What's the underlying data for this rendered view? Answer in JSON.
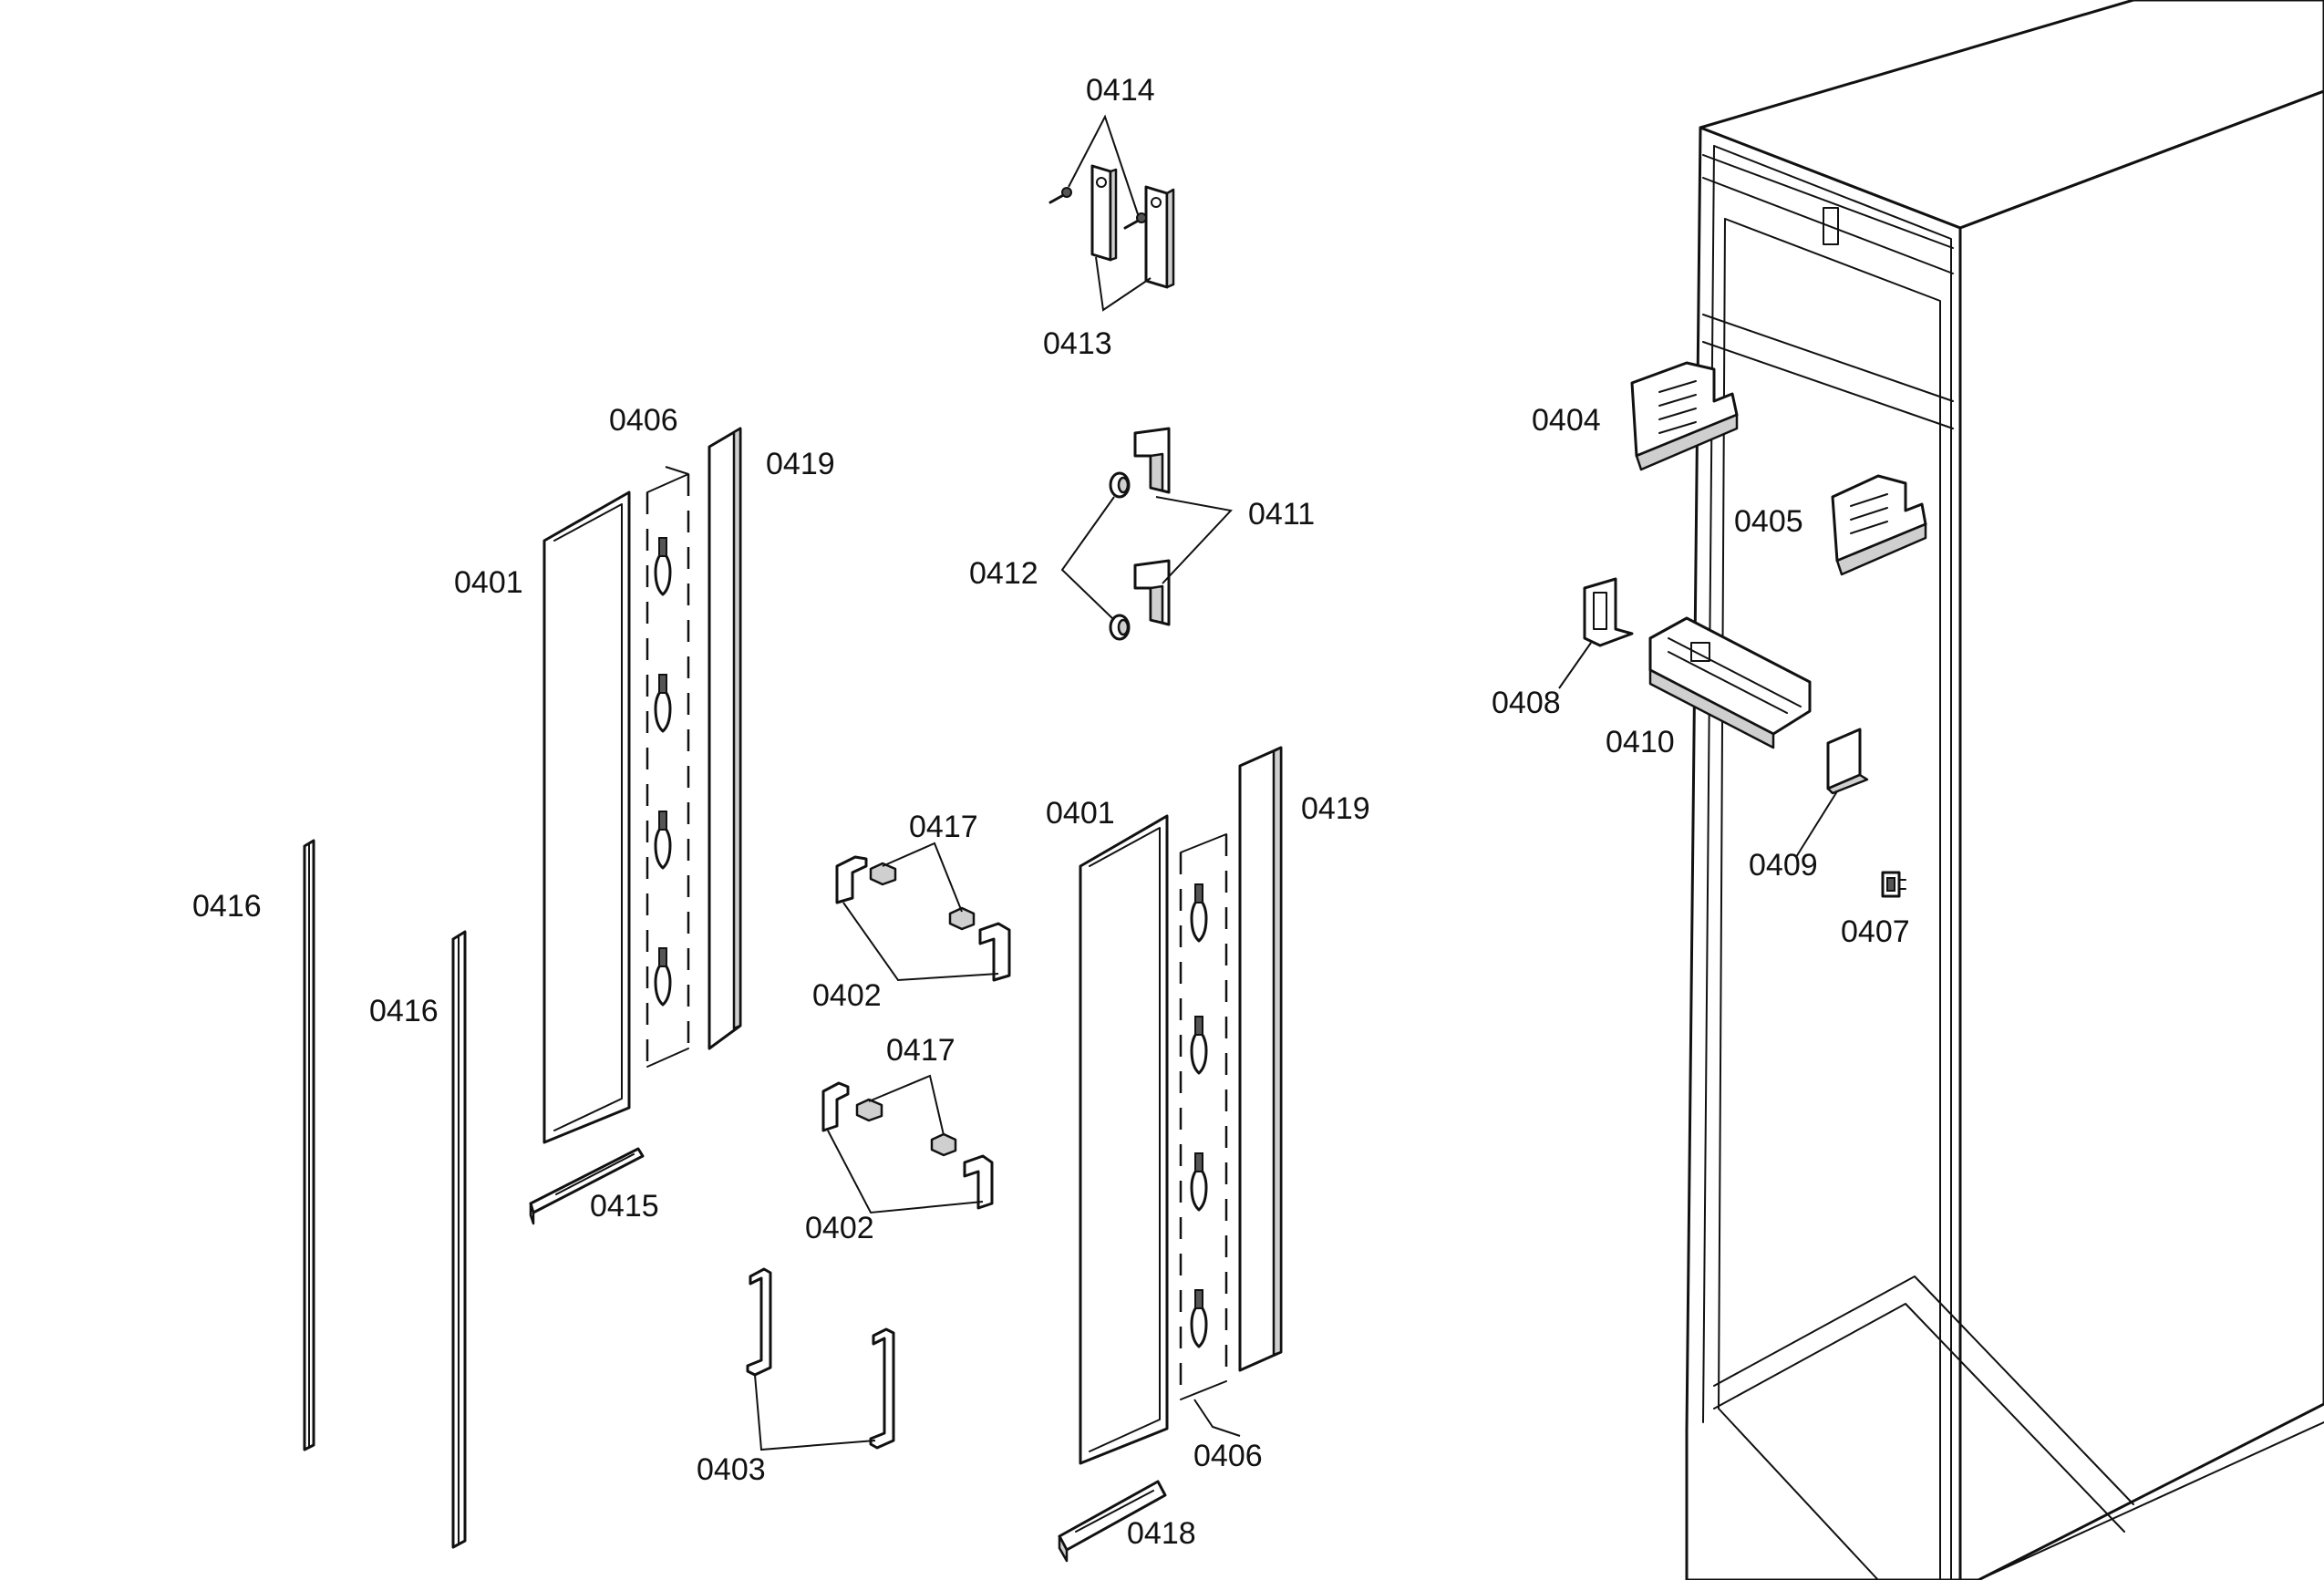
{
  "parts": [
    {
      "id": "p0414",
      "number": "0414"
    },
    {
      "id": "p0413",
      "number": "0413"
    },
    {
      "id": "p0406a",
      "number": "0406"
    },
    {
      "id": "p0419a",
      "number": "0419"
    },
    {
      "id": "p0401a",
      "number": "0401"
    },
    {
      "id": "p0411",
      "number": "0411"
    },
    {
      "id": "p0412",
      "number": "0412"
    },
    {
      "id": "p0404",
      "number": "0404"
    },
    {
      "id": "p0405",
      "number": "0405"
    },
    {
      "id": "p0408",
      "number": "0408"
    },
    {
      "id": "p0410",
      "number": "0410"
    },
    {
      "id": "p0409",
      "number": "0409"
    },
    {
      "id": "p0407",
      "number": "0407"
    },
    {
      "id": "p0417a",
      "number": "0417"
    },
    {
      "id": "p0401b",
      "number": "0401"
    },
    {
      "id": "p0419b",
      "number": "0419"
    },
    {
      "id": "p0416a",
      "number": "0416"
    },
    {
      "id": "p0416b",
      "number": "0416"
    },
    {
      "id": "p0402a",
      "number": "0402"
    },
    {
      "id": "p0417b",
      "number": "0417"
    },
    {
      "id": "p0415",
      "number": "0415"
    },
    {
      "id": "p0402b",
      "number": "0402"
    },
    {
      "id": "p0403",
      "number": "0403"
    },
    {
      "id": "p0406b",
      "number": "0406"
    },
    {
      "id": "p0418",
      "number": "0418"
    }
  ]
}
